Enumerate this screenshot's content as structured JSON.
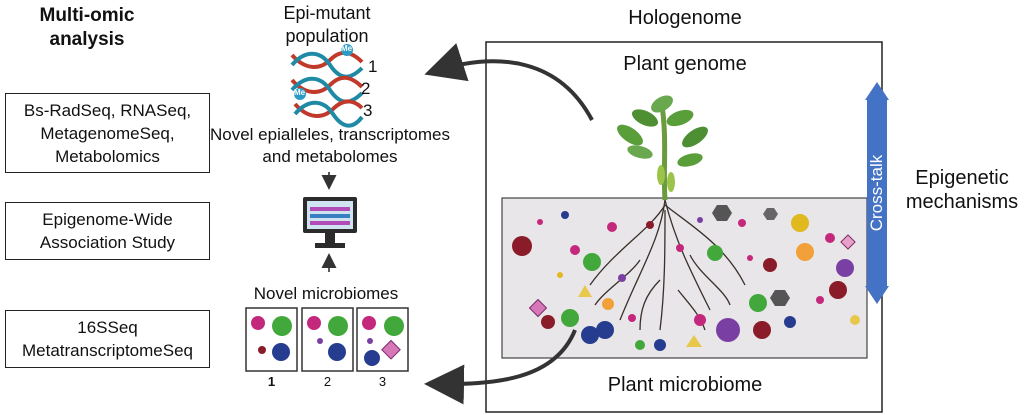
{
  "left_column": {
    "title_line1": "Multi-omic",
    "title_line2": "analysis",
    "box1": [
      "Bs-RadSeq, RNASeq,",
      "MetagenomeSeq,",
      "Metabolomics"
    ],
    "box2": [
      "Epigenome-Wide",
      "Association Study"
    ],
    "box3": [
      "16SSeq",
      "MetatranscriptomeSeq"
    ]
  },
  "middle_column": {
    "population_line1": "Epi-mutant",
    "population_line2": "population",
    "dna_labels": [
      "1",
      "2",
      "3"
    ],
    "methyl_label": "Me",
    "novel_line1": "Novel epialleles, transcriptomes",
    "novel_line2": "and metabolomes",
    "microbiomes_label": "Novel microbiomes",
    "panel_labels": [
      "1",
      "2",
      "3"
    ]
  },
  "right_column": {
    "hologenome_title": "Hologenome",
    "plant_genome": "Plant genome",
    "plant_microbiome": "Plant microbiome",
    "crosstalk": "Cross-talk",
    "epigenetic_line1": "Epigenetic",
    "epigenetic_line2": "mechanisms"
  },
  "colors": {
    "crosstalk_arrow": "#4472c4",
    "soil_fill": "#e8e6e8",
    "leaf_green": "#5a9e3a",
    "dna_red": "#c0392b",
    "dna_teal": "#1f8aa6"
  }
}
